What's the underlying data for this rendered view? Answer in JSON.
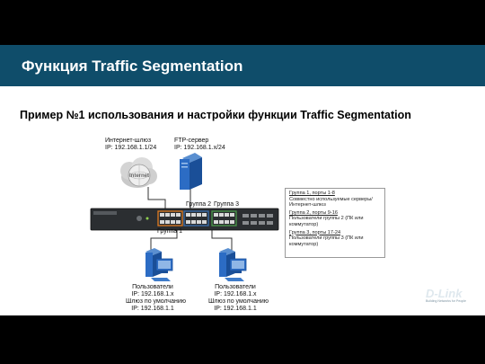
{
  "slide": {
    "title": "Функция Traffic Segmentation",
    "subtitle": "Пример №1 использования и настройки функции Traffic Segmentation"
  },
  "diagram": {
    "gateway": {
      "name": "Интернет-шлюз",
      "ip": "IP: 192.168.1.1/24",
      "cloud_label": "Internet"
    },
    "ftp": {
      "name": "FTP-сервер",
      "ip": "IP: 192.168.1.x/24"
    },
    "group1_label": "Группа 1",
    "group2_label": "Группа 2",
    "group3_label": "Группа 3",
    "users_left": {
      "title": "Пользователи",
      "ip": "IP: 192.168.1.x",
      "gw_label": "Шлюз по умолчанию",
      "gw_ip": "IP: 192.168.1.1"
    },
    "users_right": {
      "title": "Пользователи",
      "ip": "IP: 192.168.1.x",
      "gw_label": "Шлюз по умолчанию",
      "gw_ip": "IP: 192.168.1.1"
    },
    "legend": {
      "g1_title": "Группа 1, порты 1-8",
      "g1_l1": "Совместно используемые серверы/",
      "g1_l2": "Интернет-шлюз",
      "g2_title": "Группа 2, порты 9-16",
      "g2_l1": "Пользователи группы 2 (ПК или",
      "g2_l2": "коммутатор)",
      "g3_title": "Группа 3, порты 17-24",
      "g3_l1": "Пользователи группы 3 (ПК или",
      "g3_l2": "коммутатор)"
    },
    "colors": {
      "group1": "#e07b20",
      "group2": "#3a6fb0",
      "group3": "#4a9a4a"
    }
  },
  "branding": {
    "logo": "D-Link",
    "tagline": "Building Networks for People"
  }
}
